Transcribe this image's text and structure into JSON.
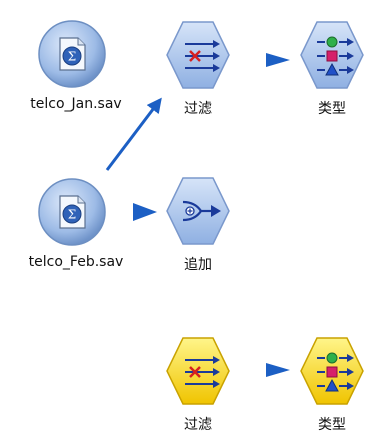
{
  "canvas": {
    "background": "#ffffff"
  },
  "nodes": {
    "source_jan": {
      "label": "telco_Jan.sav",
      "icon": "statistics-file-source-icon"
    },
    "filter_top": {
      "label": "过滤",
      "icon": "filter-icon"
    },
    "type_top": {
      "label": "类型",
      "icon": "type-icon"
    },
    "source_feb": {
      "label": "telco_Feb.sav",
      "icon": "statistics-file-source-icon"
    },
    "append": {
      "label": "追加",
      "icon": "append-icon"
    },
    "filter_bottom": {
      "label": "过滤",
      "icon": "filter-icon"
    },
    "type_bottom": {
      "label": "类型",
      "icon": "type-icon"
    }
  },
  "colors": {
    "source_node": "#8fb2e0",
    "op_node_blue": "#a9c3ec",
    "op_node_yellow": "#f7d200",
    "connector": "#1c5fc4",
    "arrow_icon": "#1a3a9a",
    "cross_icon": "#d62020"
  }
}
